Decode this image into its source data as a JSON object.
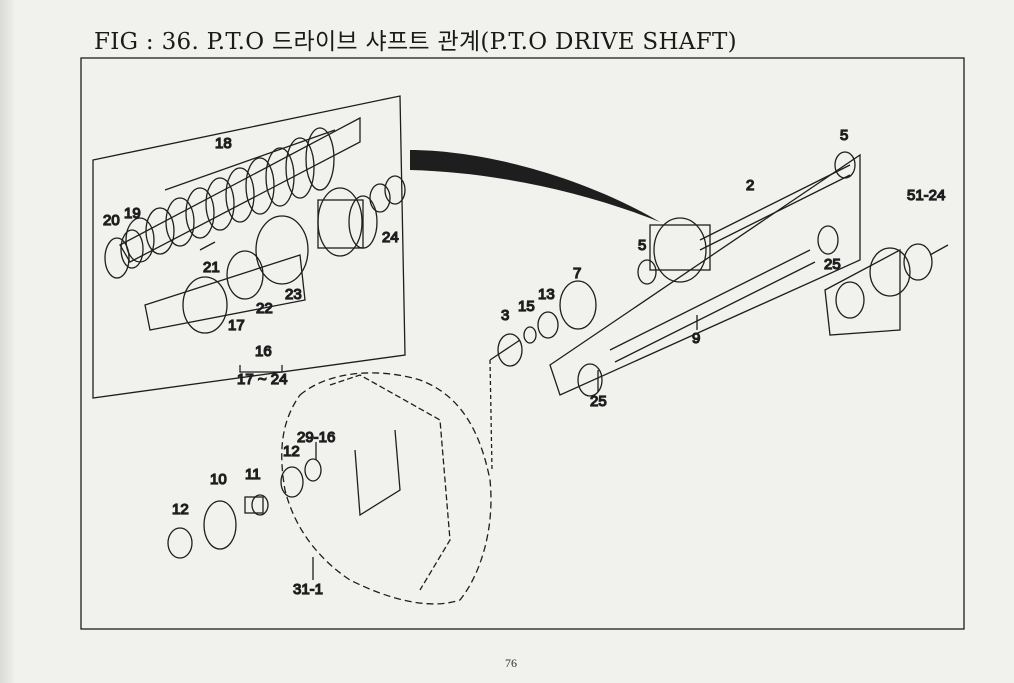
{
  "title": "FIG : 36. P.T.O 드라이브 샤프트 관계(P.T.O DRIVE SHAFT)",
  "page_number": "76",
  "callouts": {
    "c18": "18",
    "c19": "19",
    "c20": "20",
    "c21": "21",
    "c22": "22",
    "c23": "23",
    "c24": "24",
    "c17": "17",
    "c16": "16",
    "c17_24": "17 ~ 24",
    "c5a": "5",
    "c5b": "5",
    "c2": "2",
    "c51_24": "51-24",
    "c25a": "25",
    "c7": "7",
    "c13": "13",
    "c15": "15",
    "c3": "3",
    "c9": "9",
    "c25b": "25",
    "c29_16": "29-16",
    "c12a": "12",
    "c10": "10",
    "c11": "11",
    "c12b": "12",
    "c31_1": "31-1"
  }
}
